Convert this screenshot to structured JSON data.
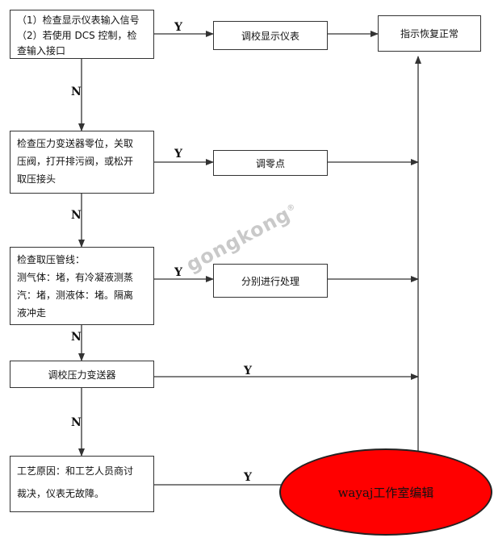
{
  "boxes": {
    "b1": [
      "（1）检查显示仪表输入信号",
      "（2）若使用 DCS 控制，检",
      "查输入接口"
    ],
    "b2": [
      "检查压力变送器零位，关取",
      "压阀，打开排污阀，或松开",
      "取压接头"
    ],
    "b3": [
      "检查取压管线：",
      "测气体：堵，有冷凝液测蒸",
      "汽：堵，测液体：堵。隔离",
      "液冲走"
    ],
    "b4": "调校压力变送器",
    "b5": [
      "工艺原因：和工艺人员商讨",
      "裁决，仪表无故障。"
    ]
  },
  "actions": {
    "a1": "调校显示仪表",
    "a2": "调零点",
    "a3": "分别进行处理",
    "end": "指示恢复正常"
  },
  "labels": {
    "yes": "Y",
    "no": "N"
  },
  "watermark": "gongkong",
  "watermark_mark": "®",
  "stamp_text": "wayaj工作室编辑",
  "colors": {
    "line": "#333333",
    "stamp": "#ff0000"
  }
}
